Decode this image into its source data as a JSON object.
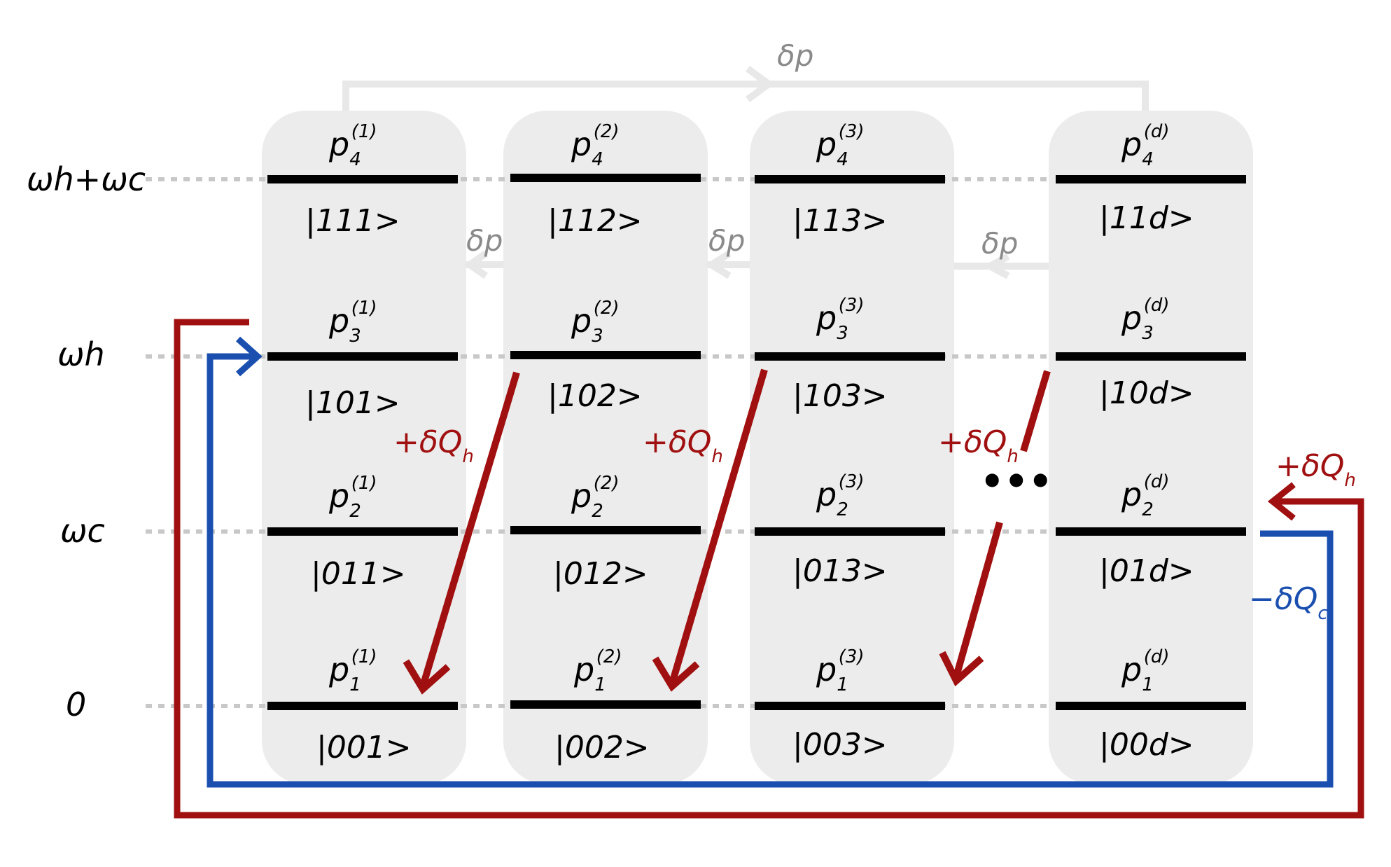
{
  "energy_levels": [
    {
      "label": "ωh+ωc"
    },
    {
      "label": "ωh"
    },
    {
      "label": "ωc"
    },
    {
      "label": "0"
    }
  ],
  "columns": [
    {
      "index": "(1)",
      "states": [
        "|111>",
        "|101>",
        "|011>",
        "|001>"
      ]
    },
    {
      "index": "(2)",
      "states": [
        "|112>",
        "|102>",
        "|012>",
        "|002>"
      ]
    },
    {
      "index": "(3)",
      "states": [
        "|113>",
        "|103>",
        "|013>",
        "|003>"
      ]
    },
    {
      "index": "(d)",
      "states": [
        "|11d>",
        "|10d>",
        "|01d>",
        "|00d>"
      ]
    }
  ],
  "population_symbol": "p",
  "population_subscripts": [
    "4",
    "3",
    "2",
    "1"
  ],
  "transitions": {
    "delta_p": "δp",
    "heat_hot": "+δQ",
    "heat_hot_sub": "h",
    "heat_cold": "−δQ",
    "heat_cold_sub": "c",
    "ellipsis": "•••"
  },
  "colors": {
    "column_bg": "#ececec",
    "level_line": "#000000",
    "grid_dots": "#c8c8c8",
    "delta_p_arrow": "#e8e8e8",
    "delta_p_text": "#8a8a8a",
    "hot": "#a01010",
    "cold": "#1a4fb0"
  }
}
